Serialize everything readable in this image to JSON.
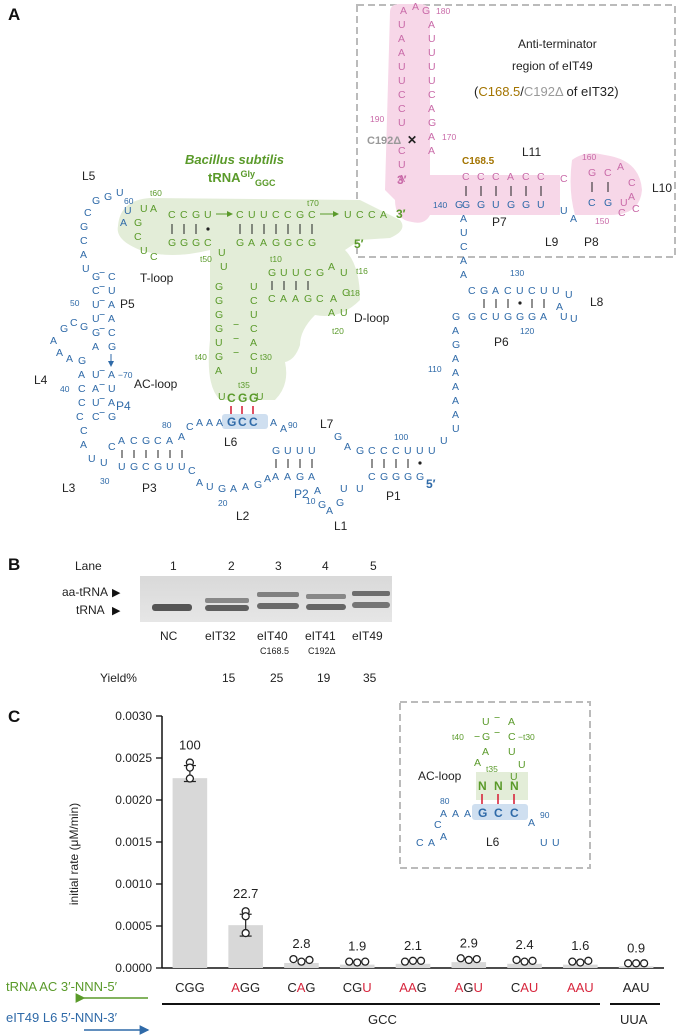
{
  "panel_a": {
    "label": "A",
    "trna_title": "Bacillus subtilis",
    "trna_name": "tRNA",
    "trna_sup": "Gly",
    "trna_sub": "GGC",
    "inset_title_1": "Anti-terminator",
    "inset_title_2": "region of eIT49",
    "inset_note_open": "(",
    "inset_note_a": "C168.5",
    "inset_note_sep": "/",
    "inset_note_b": "C192Δ",
    "inset_note_close": " of eIT32)",
    "marker_c192": "C192Δ",
    "marker_c168": "C168.5",
    "three_prime": "3′",
    "five_prime": "5′",
    "regions": [
      "L5",
      "P5",
      "L4",
      "P4",
      "L3",
      "P3",
      "L2",
      "L6",
      "P2",
      "L1",
      "L7",
      "P1",
      "P6",
      "L8",
      "P7",
      "L9",
      "P8",
      "L10",
      "L11"
    ],
    "trna_regions": [
      "T-loop",
      "D-loop",
      "AC-loop"
    ],
    "anticodon": [
      "C",
      "G",
      "G"
    ],
    "l6_codon": [
      "G",
      "C",
      "C"
    ]
  },
  "panel_b": {
    "label": "B",
    "lane_header": "Lane",
    "lanes": [
      {
        "num": "1",
        "name": "NC",
        "sub": "",
        "yield": ""
      },
      {
        "num": "2",
        "name": "eIT32",
        "sub": "",
        "yield": "15"
      },
      {
        "num": "3",
        "name": "eIT40",
        "sub": "C168.5",
        "yield": "25"
      },
      {
        "num": "4",
        "name": "eIT41",
        "sub": "C192Δ",
        "yield": "19"
      },
      {
        "num": "5",
        "name": "eIT49",
        "sub": "",
        "yield": "35"
      }
    ],
    "band_aa": "aa-tRNA",
    "band_trna": "tRNA",
    "yield_label": "Yield%"
  },
  "panel_c": {
    "label": "C",
    "inset_loop": "AC-loop",
    "inset_l6": "L6",
    "row1_label": "tRNA AC 3′-NNN-5′",
    "row2_label": "eIT49 L6 5′-NNN-3′",
    "group1": "GCC",
    "group2": "UUA"
  },
  "chart_data": {
    "type": "bar",
    "ylabel": "initial rate (μM/min)",
    "ylim": [
      0,
      0.003
    ],
    "yticks": [
      "0.0000",
      "0.0005",
      "0.0010",
      "0.0015",
      "0.0020",
      "0.0025",
      "0.0030"
    ],
    "categories": [
      "CGG",
      "AGG",
      "CAG",
      "CGU",
      "AAG",
      "AGU",
      "CAU",
      "AAU",
      "AAU"
    ],
    "category_red_mask": [
      "000",
      "100",
      "010",
      "001",
      "110",
      "101",
      "011",
      "111",
      "000"
    ],
    "values": [
      0.00226,
      0.00051,
      6e-05,
      4e-05,
      5e-05,
      7e-05,
      5e-05,
      4e-05,
      2e-05
    ],
    "bar_labels": [
      "100",
      "22.7",
      "2.8",
      "1.9",
      "2.1",
      "2.9",
      "2.4",
      "1.6",
      "0.9"
    ],
    "points": [
      [
        0.00241,
        0.00235,
        0.00222
      ],
      [
        0.00064,
        0.00058,
        0.00038
      ],
      [
        7e-05,
        4e-05,
        6e-05
      ],
      [
        4e-05,
        3e-05,
        4e-05
      ],
      [
        4e-05,
        5e-05,
        5e-05
      ],
      [
        8e-05,
        6e-05,
        7e-05
      ],
      [
        6e-05,
        4e-05,
        5e-05
      ],
      [
        4e-05,
        3e-05,
        5e-05
      ],
      [
        2e-05,
        2e-05,
        2e-05
      ]
    ]
  }
}
